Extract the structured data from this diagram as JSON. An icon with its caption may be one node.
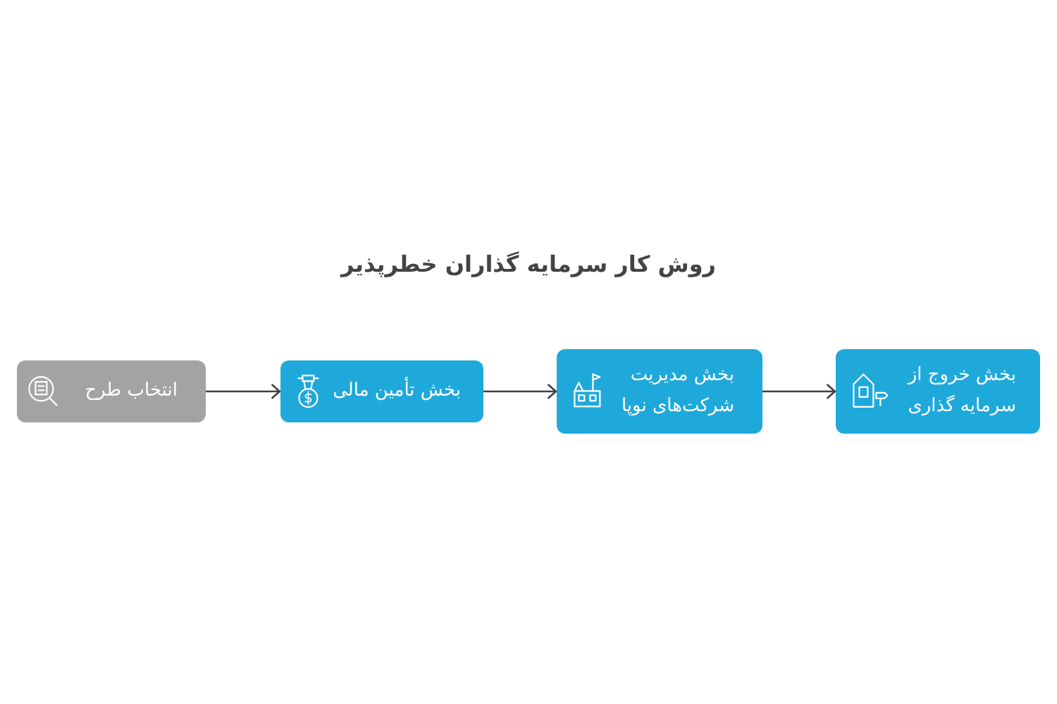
{
  "diagram": {
    "title": "روش کار سرمایه گذاران خطرپذیر",
    "nodes": [
      {
        "text": [
          "انتخاب طرح"
        ]
      },
      {
        "text": [
          "بخش تأمین مالی"
        ]
      },
      {
        "text": [
          "بخش مدیریت شرکت‌های نوپا"
        ]
      },
      {
        "text": [
          "بخش خروج از سرمایه گذاری"
        ]
      }
    ],
    "edges": [
      {
        "from": 0,
        "to": 1,
        "arrow": "to"
      },
      {
        "from": 1,
        "to": 2,
        "arrow": "to"
      },
      {
        "from": 2,
        "to": 3,
        "arrow": "to"
      }
    ]
  }
}
